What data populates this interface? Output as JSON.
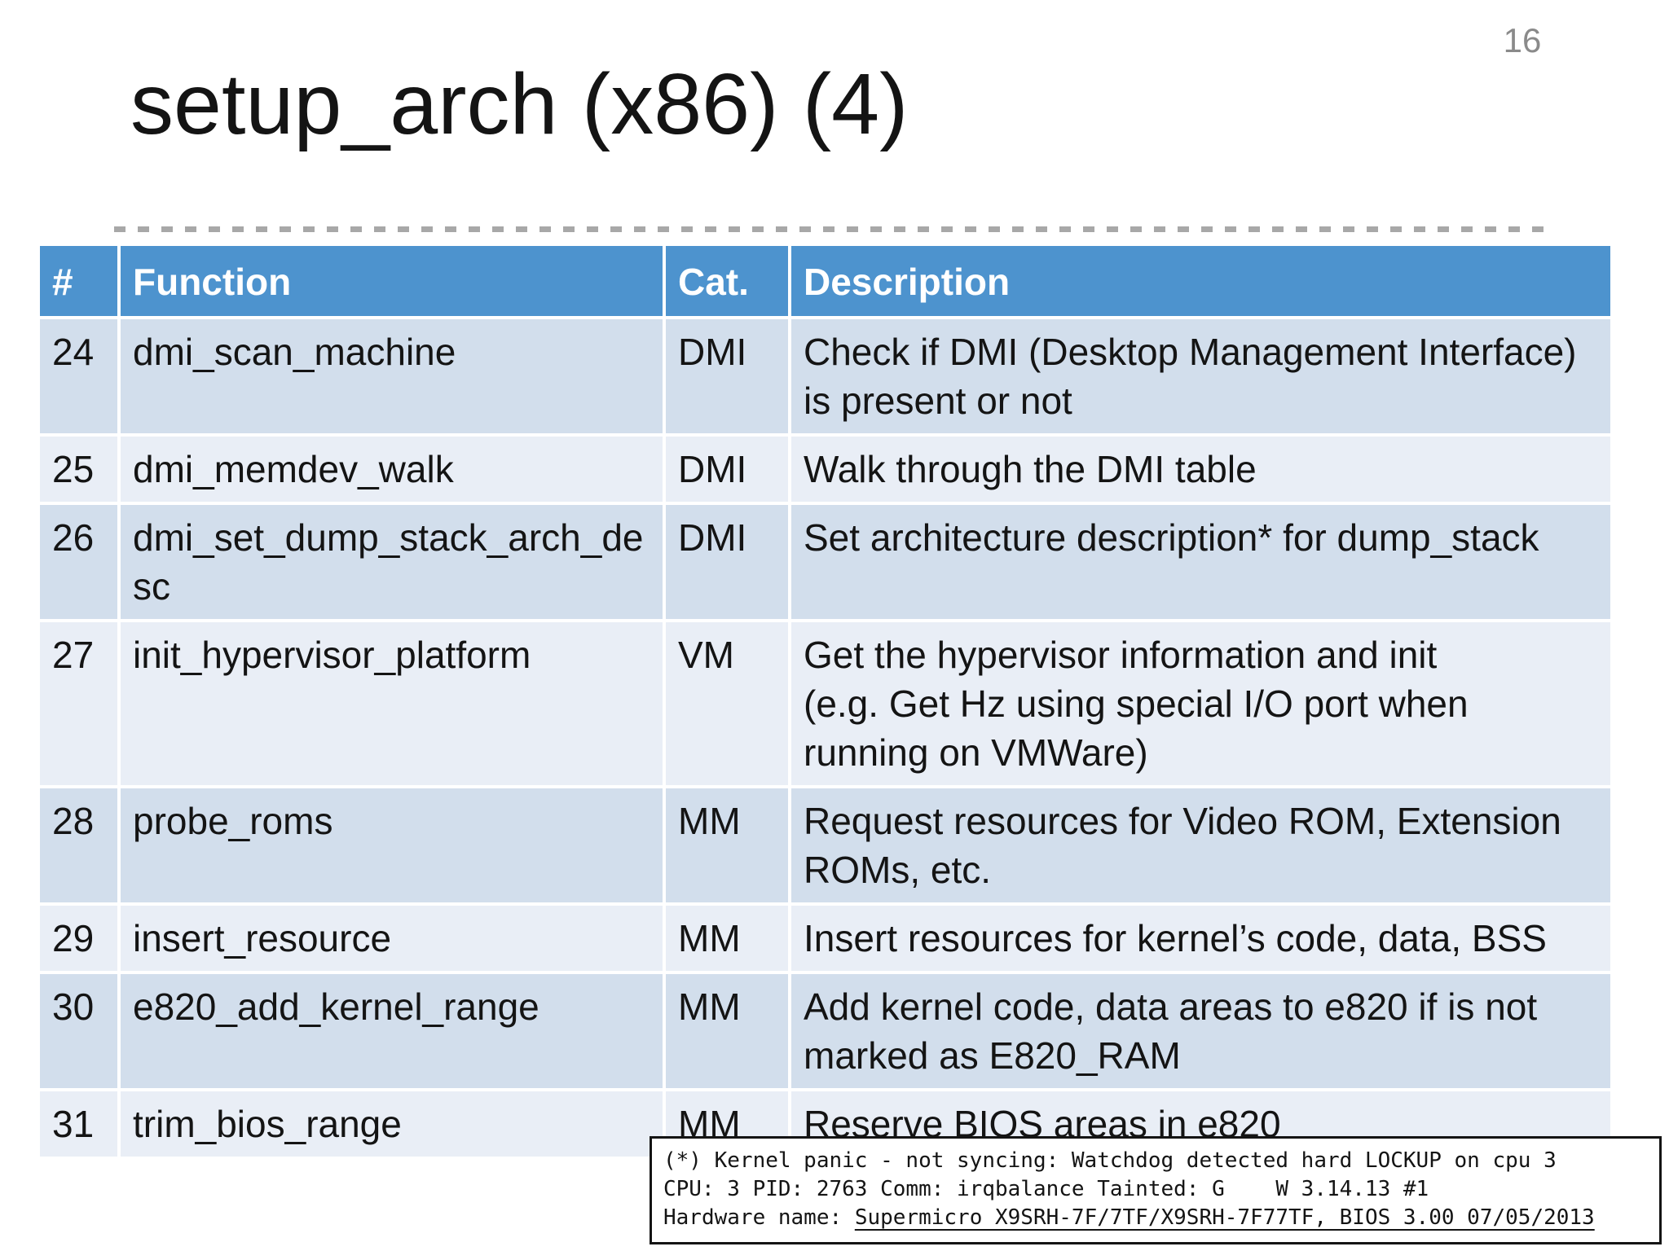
{
  "page_number": "16",
  "title": "setup_arch (x86) (4)",
  "colors": {
    "header_blue": "#4d93ce",
    "band_dark": "#d2deec",
    "band_light": "#e9eef6",
    "dash_gray": "#a8a8a8",
    "page_number_gray": "#8a8a8a"
  },
  "table": {
    "columns": [
      "#",
      "Function",
      "Cat.",
      "Description"
    ],
    "rows": [
      {
        "num": "24",
        "function": "dmi_scan_machine",
        "cat": "DMI",
        "description": "Check if DMI (Desktop Management Interface) is present or not"
      },
      {
        "num": "25",
        "function": "dmi_memdev_walk",
        "cat": "DMI",
        "description": "Walk through the DMI table"
      },
      {
        "num": "26",
        "function": "dmi_set_dump_stack_arch_desc",
        "cat": "DMI",
        "description": "Set architecture description* for dump_stack"
      },
      {
        "num": "27",
        "function": "init_hypervisor_platform",
        "cat": "VM",
        "description": "Get the hypervisor information and init\n(e.g. Get Hz using special I/O port when\nrunning on VMWare)"
      },
      {
        "num": "28",
        "function": "probe_roms",
        "cat": "MM",
        "description": "Request resources for Video ROM, Extension ROMs, etc."
      },
      {
        "num": "29",
        "function": "insert_resource",
        "cat": "MM",
        "description": "Insert resources for kernel’s code, data, BSS"
      },
      {
        "num": "30",
        "function": "e820_add_kernel_range",
        "cat": "MM",
        "description": "Add kernel code, data areas to e820 if is not marked as E820_RAM"
      },
      {
        "num": "31",
        "function": "trim_bios_range",
        "cat": "MM",
        "description": "Reserve BIOS areas in e820"
      }
    ]
  },
  "footnote": {
    "line1": "(*) Kernel panic - not syncing: Watchdog detected hard LOCKUP on cpu 3",
    "line2": "CPU: 3 PID: 2763 Comm: irqbalance Tainted: G    W 3.14.13 #1",
    "line3_prefix": "Hardware name: ",
    "line3_underlined": "Supermicro X9SRH-7F/7TF/X9SRH-7F77TF, BIOS 3.00 07/05/2013"
  }
}
